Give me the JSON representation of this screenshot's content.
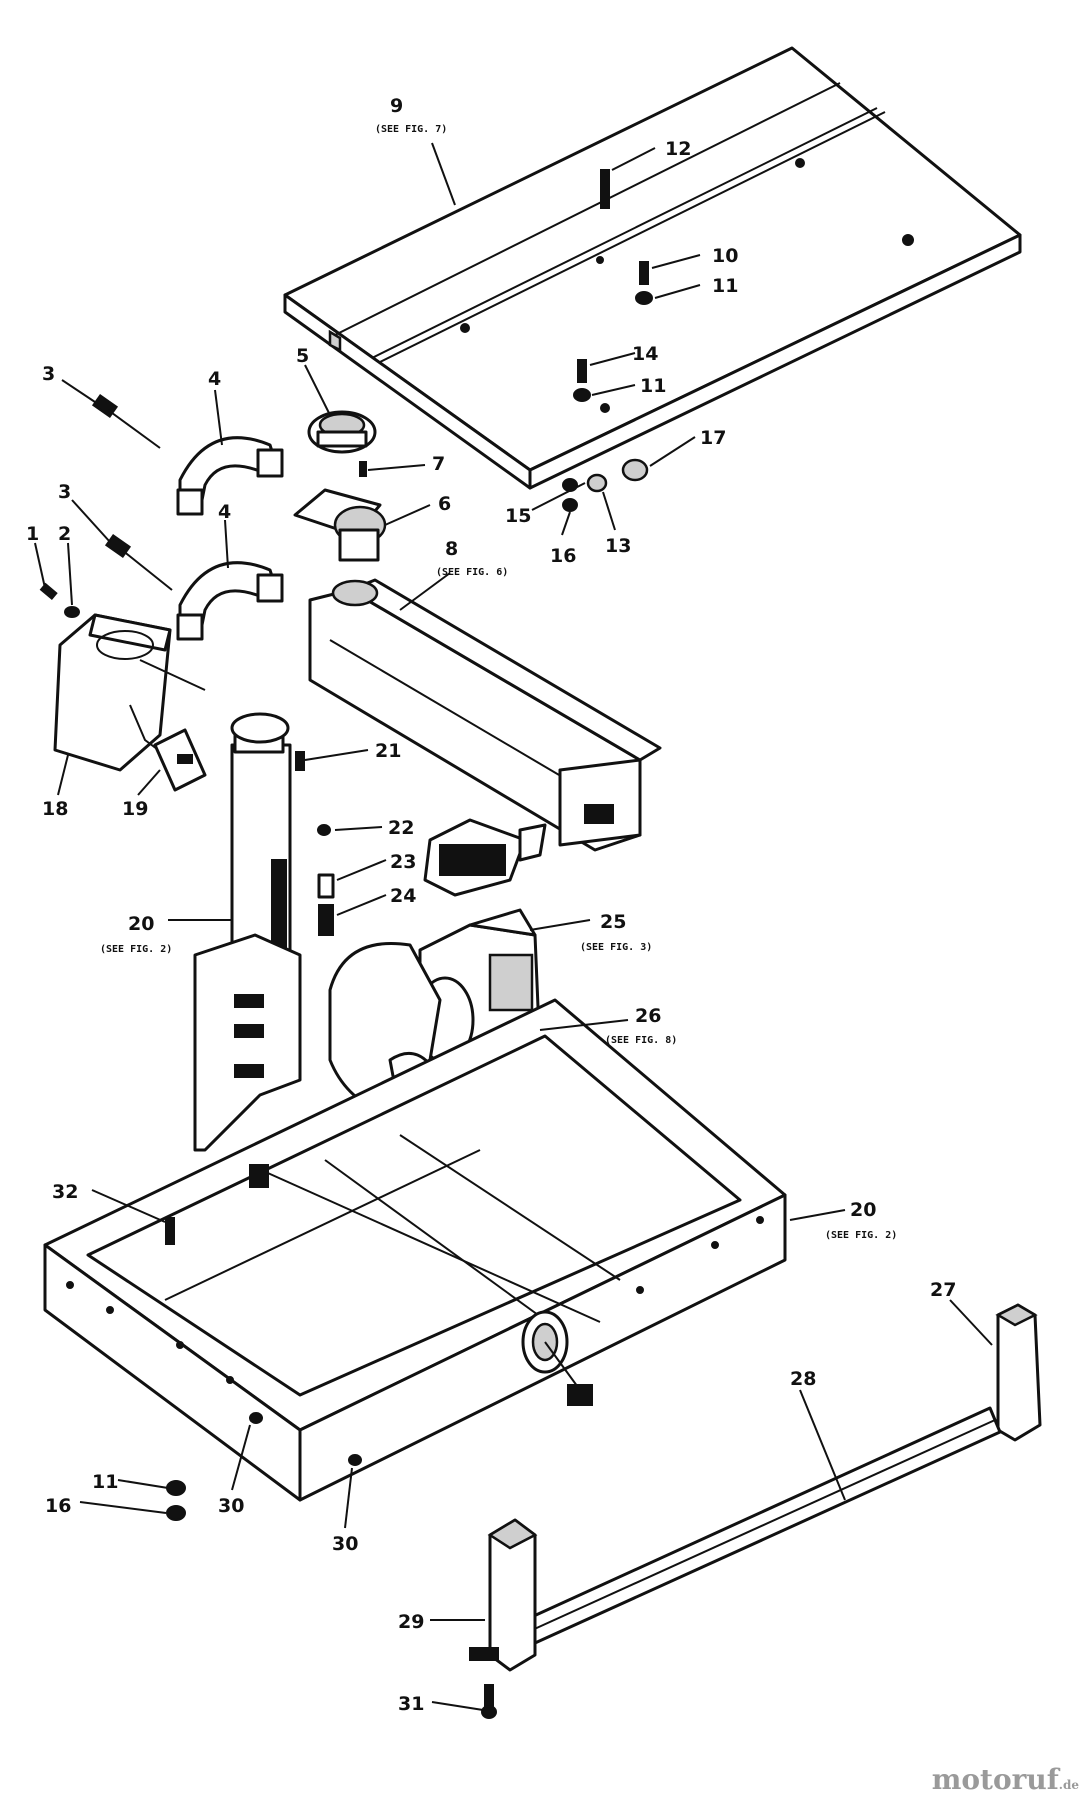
{
  "callouts": [
    {
      "n": "9",
      "see": "(SEE FIG. 7)"
    },
    {
      "n": "12",
      "see": ""
    },
    {
      "n": "10",
      "see": ""
    },
    {
      "n": "11",
      "see": ""
    },
    {
      "n": "14",
      "see": ""
    },
    {
      "n": "11",
      "see": ""
    },
    {
      "n": "17",
      "see": ""
    },
    {
      "n": "15",
      "see": ""
    },
    {
      "n": "13",
      "see": ""
    },
    {
      "n": "16",
      "see": ""
    },
    {
      "n": "3",
      "see": ""
    },
    {
      "n": "4",
      "see": ""
    },
    {
      "n": "5",
      "see": ""
    },
    {
      "n": "7",
      "see": ""
    },
    {
      "n": "6",
      "see": ""
    },
    {
      "n": "3",
      "see": ""
    },
    {
      "n": "4",
      "see": ""
    },
    {
      "n": "8",
      "see": "(SEE FIG. 6)"
    },
    {
      "n": "1",
      "see": ""
    },
    {
      "n": "2",
      "see": ""
    },
    {
      "n": "18",
      "see": ""
    },
    {
      "n": "19",
      "see": ""
    },
    {
      "n": "21",
      "see": ""
    },
    {
      "n": "22",
      "see": ""
    },
    {
      "n": "23",
      "see": ""
    },
    {
      "n": "24",
      "see": ""
    },
    {
      "n": "25",
      "see": "(SEE FIG. 3)"
    },
    {
      "n": "20",
      "see": "(SEE FIG. 2)"
    },
    {
      "n": "26",
      "see": "(SEE FIG. 8)"
    },
    {
      "n": "32",
      "see": ""
    },
    {
      "n": "20",
      "see": "(SEE FIG. 2)"
    },
    {
      "n": "27",
      "see": ""
    },
    {
      "n": "28",
      "see": ""
    },
    {
      "n": "11",
      "see": ""
    },
    {
      "n": "16",
      "see": ""
    },
    {
      "n": "30",
      "see": ""
    },
    {
      "n": "30",
      "see": ""
    },
    {
      "n": "29",
      "see": ""
    },
    {
      "n": "31",
      "see": ""
    }
  ],
  "brand": {
    "name": "motoruf",
    "suffix": ".de"
  }
}
